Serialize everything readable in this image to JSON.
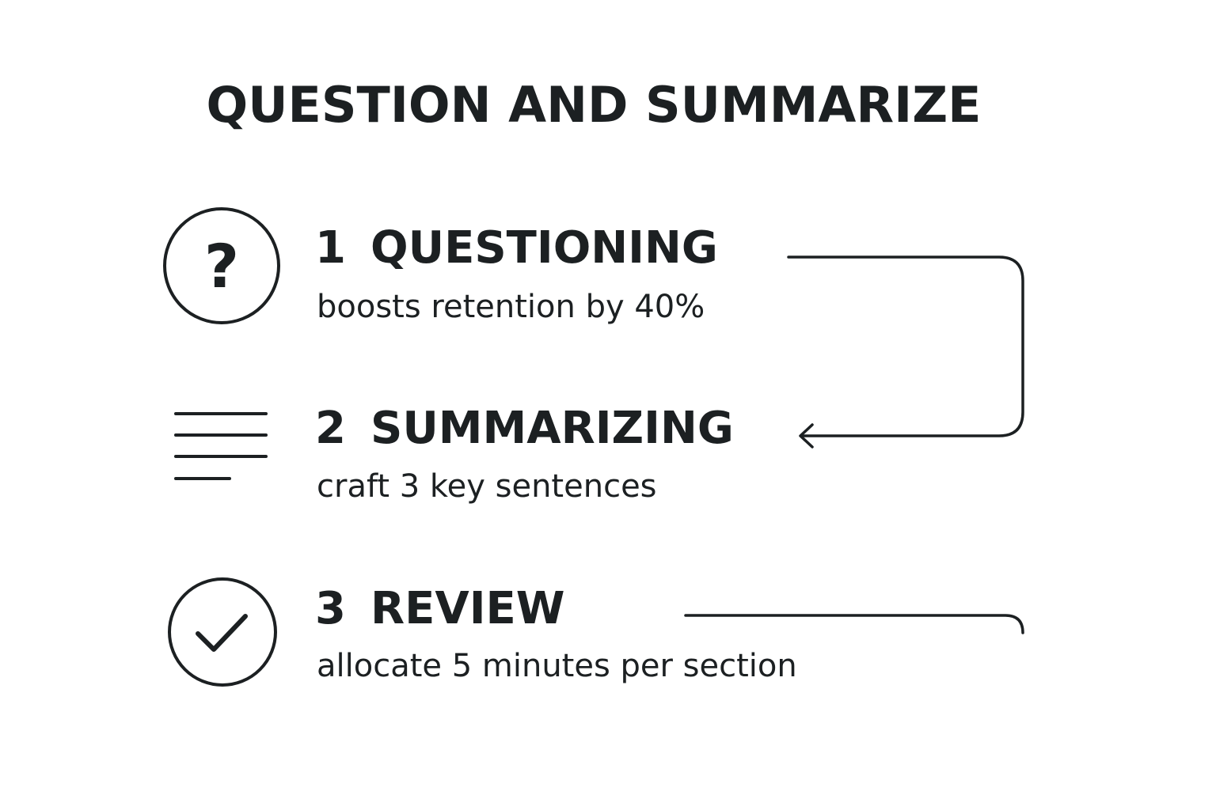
{
  "title": "QUESTION AND SUMMARIZE",
  "steps": [
    {
      "number": "1",
      "label": "QUESTIONING",
      "description": "boosts retention by 40%",
      "icon": "question-circle-icon"
    },
    {
      "number": "2",
      "label": "SUMMARIZING",
      "description": "craft 3 key sentences",
      "icon": "text-lines-icon"
    },
    {
      "number": "3",
      "label": "REVIEW",
      "description": "allocate 5 minutes per section",
      "icon": "check-circle-icon"
    }
  ],
  "colors": {
    "ink": "#1c2022",
    "background": "#ffffff"
  }
}
